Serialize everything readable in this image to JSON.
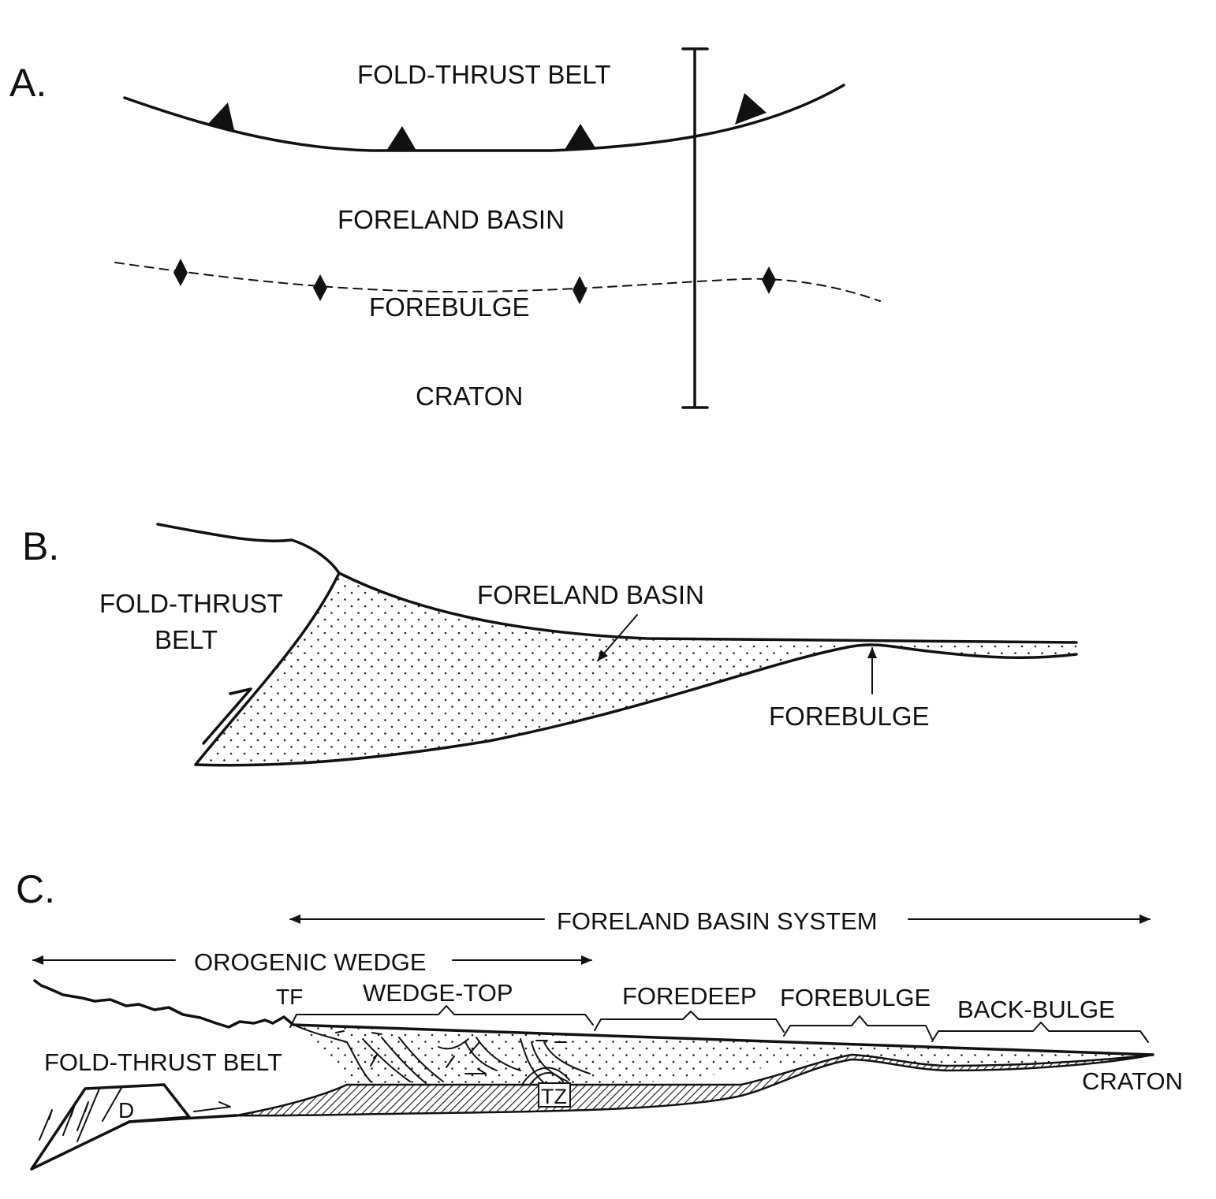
{
  "panels": {
    "a": {
      "letter": "A.",
      "fold_thrust_belt": "FOLD-THRUST BELT",
      "foreland_basin": "FORELAND BASIN",
      "forebulge": "FOREBULGE",
      "craton": "CRATON"
    },
    "b": {
      "letter": "B.",
      "fold_thrust_line1": "FOLD-THRUST",
      "fold_thrust_line2": "BELT",
      "foreland_basin": "FORELAND BASIN",
      "forebulge": "FOREBULGE"
    },
    "c": {
      "letter": "C.",
      "foreland_basin_system": "FORELAND BASIN SYSTEM",
      "orogenic_wedge": "OROGENIC WEDGE",
      "tf": "TF",
      "wedge_top": "WEDGE-TOP",
      "foredeep": "FOREDEEP",
      "forebulge": "FOREBULGE",
      "back_bulge": "BACK-BULGE",
      "fold_thrust_belt": "FOLD-THRUST BELT",
      "craton": "CRATON",
      "d": "D",
      "tz": "TZ"
    }
  },
  "colors": {
    "ink": "#111111",
    "paper": "#ffffff"
  }
}
